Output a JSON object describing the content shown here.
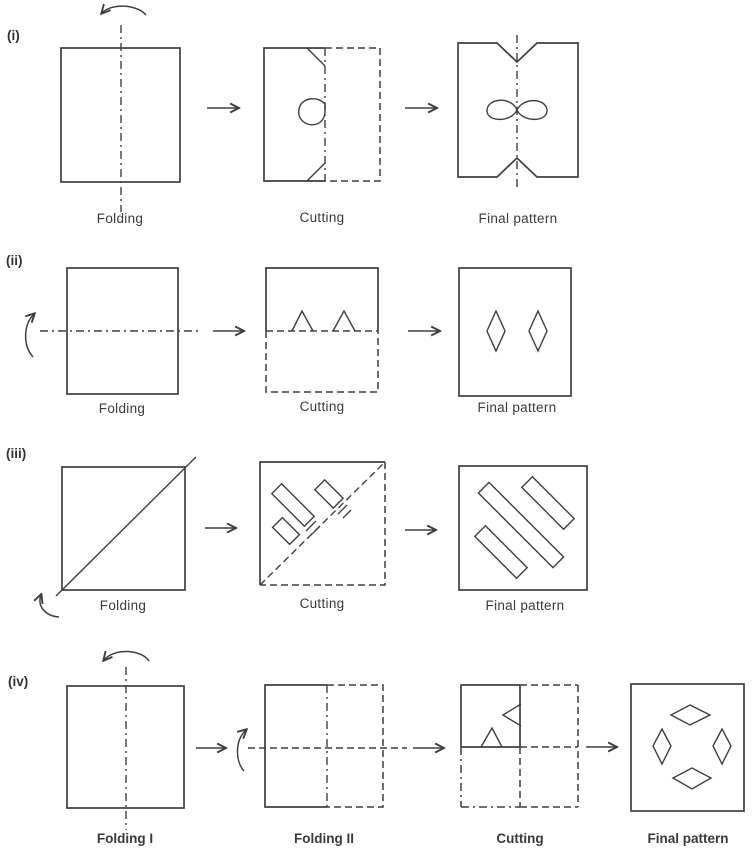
{
  "colors": {
    "line": "#3f3f3f",
    "text": "#3a3a3a",
    "background": "#ffffff"
  },
  "rows": [
    {
      "label": "(i)",
      "steps": [
        {
          "label": "Folding"
        },
        {
          "label": "Cutting"
        },
        {
          "label": "Final pattern"
        }
      ]
    },
    {
      "label": "(ii)",
      "steps": [
        {
          "label": "Folding"
        },
        {
          "label": "Cutting"
        },
        {
          "label": "Final pattern"
        }
      ]
    },
    {
      "label": "(iii)",
      "steps": [
        {
          "label": "Folding"
        },
        {
          "label": "Cutting"
        },
        {
          "label": "Final pattern"
        }
      ]
    },
    {
      "label": "(iv)",
      "steps": [
        {
          "label": "Folding I"
        },
        {
          "label": "Folding II"
        },
        {
          "label": "Cutting"
        },
        {
          "label": "Final pattern"
        }
      ]
    }
  ]
}
